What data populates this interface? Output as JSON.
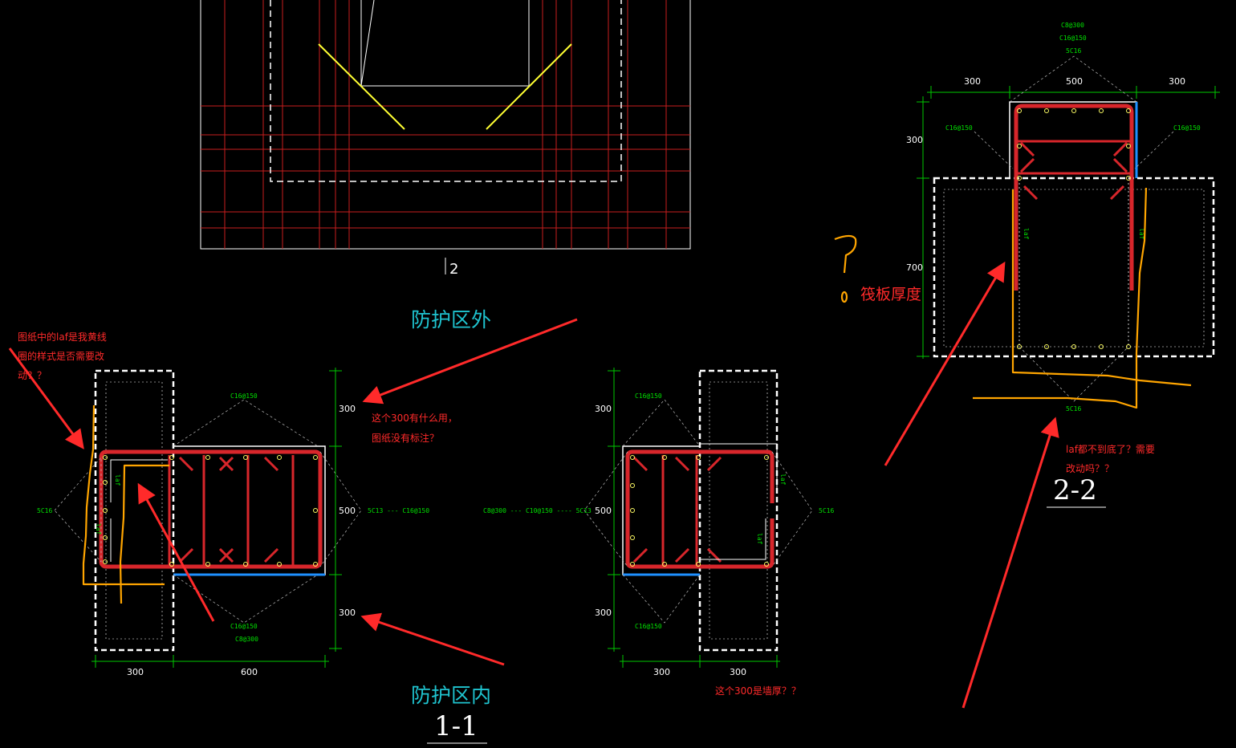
{
  "colors": {
    "background": "#000000",
    "rebar": "#d8262b",
    "grid_red": "#c81e1e",
    "dimension": "#00c800",
    "outline": "#ffffff",
    "annotation": "#ff2a2a",
    "highlight": "#ffa500",
    "zone_label": "#1fc4d0",
    "accent_blue": "#1e90ff",
    "yellow": "#ffff33"
  },
  "top_view": {
    "axis_label": "2"
  },
  "section_1_1": {
    "title": "1-1",
    "zone_outside": "防护区外",
    "zone_inside": "防护区内",
    "dims": {
      "top": "300",
      "mid": "500",
      "bottom": "300",
      "left_width": "300",
      "right_width": "600"
    },
    "rebar_labels": {
      "top": "C16@150",
      "bottom": "C16@150",
      "bottom2": "C8@300",
      "left": "5C16",
      "right": "5C13 --- C16@150",
      "laf_top": "laf",
      "laf_bottom": "laf"
    }
  },
  "section_mid": {
    "dims": {
      "top": "300",
      "mid": "500",
      "bottom": "300",
      "left_width": "300",
      "right_width": "300"
    },
    "rebar_labels": {
      "top": "C16@150",
      "bottom": "C16@150",
      "left": "C8@300 --- C10@150 ---- 5C13",
      "right": "5C16",
      "laf_top": "laf",
      "laf_bottom": "laf"
    }
  },
  "section_2_2": {
    "title": "2-2",
    "dims": {
      "left": "300",
      "mid": "500",
      "right": "300",
      "top_height": "300",
      "slab_height": "700"
    },
    "rebar_labels": {
      "top1": "C8@300",
      "top2": "C16@150",
      "top3": "5C16",
      "left": "C16@150",
      "right": "C16@150",
      "bottom": "5C16",
      "laf_left": "laf",
      "laf_right": "laf"
    }
  },
  "annotations": {
    "laf_style": [
      "图纸中的laf是我黄线",
      "圈的样式是否需要改",
      "动？？"
    ],
    "purpose_300": [
      "这个300有什么用，",
      "图纸没有标注？"
    ],
    "wall_300": "这个300是墙厚？？",
    "laf_bottom": [
      "laf都不到底了？需要",
      "改动吗？？"
    ],
    "raft_thickness": "筏板厚度"
  }
}
